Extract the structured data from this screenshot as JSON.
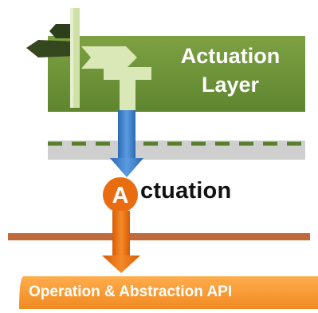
{
  "actuation_layer": {
    "line1": "Actuation",
    "line2": "Layer"
  },
  "actuation": {
    "initial": "A",
    "rest": "ctuation"
  },
  "api_bar": {
    "label": "Operation & Abstraction API"
  },
  "colors": {
    "layer_green": "#6a8d35",
    "signpost_light": "#d9e8b6",
    "dashed_green": "#5b7f2a",
    "gray_band": "#cfcfcf",
    "blue_arrow": "#3f7fc7",
    "orange": "#ea6c10",
    "brown_line": "#c0693a",
    "api_orange": "#f6962f"
  },
  "icons": [
    "signpost-icon",
    "arrow-down-icon"
  ]
}
